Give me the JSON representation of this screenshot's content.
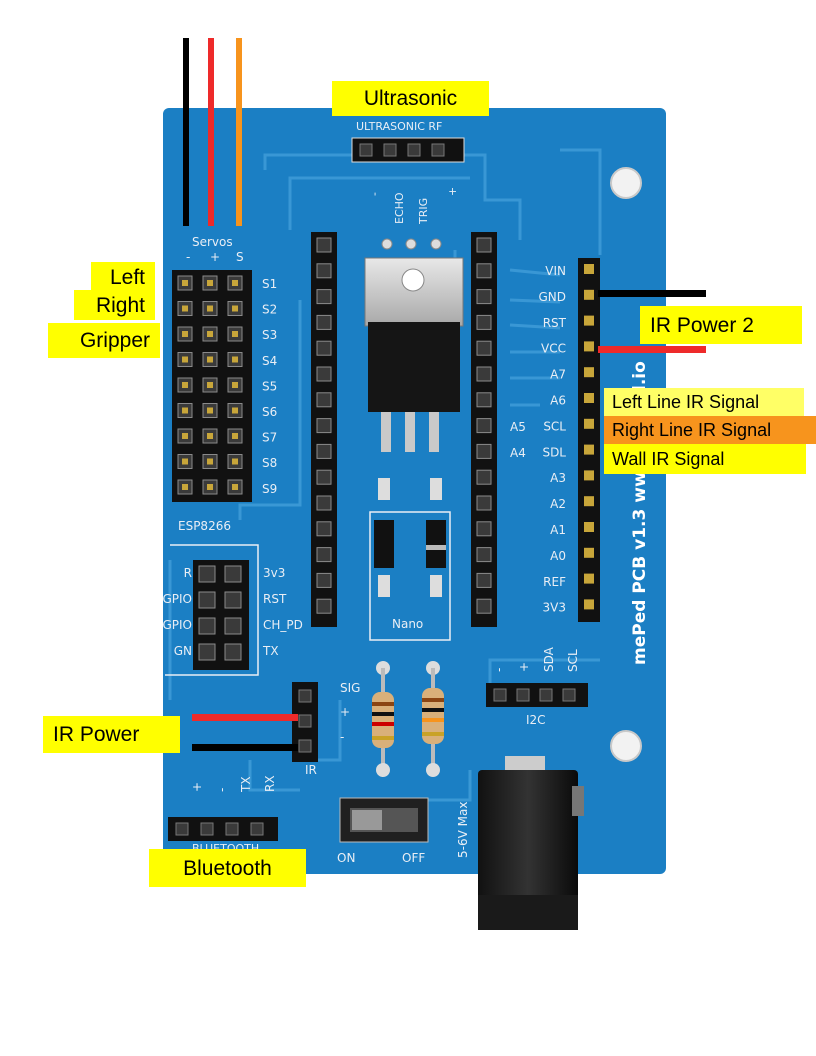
{
  "callouts": {
    "ultrasonic": "Ultrasonic",
    "left": "Left",
    "right": "Right",
    "gripper": "Gripper",
    "ir_power_2": "IR Power 2",
    "left_line_ir": "Left Line IR Signal",
    "right_line_ir": "Right Line IR Signal",
    "wall_ir": "Wall IR Signal",
    "ir_power": "IR Power",
    "bluetooth": "Bluetooth"
  },
  "silkscreen": {
    "ultrasonic_rf": "ULTRASONIC RF",
    "ultra_pins": [
      "-",
      "ECHO",
      "TRIG",
      "+"
    ],
    "servos": "Servos",
    "servo_pol": [
      "-",
      "+",
      "S"
    ],
    "servo_labels": [
      "S1",
      "S2",
      "S3",
      "S4",
      "S5",
      "S6",
      "S7",
      "S8",
      "S9"
    ],
    "esp_title": "ESP8266",
    "esp_left": [
      "R",
      "GPIO",
      "GPIO",
      "GN"
    ],
    "esp_right": [
      "3v3",
      "RST",
      "CH_PD",
      "TX"
    ],
    "nano_right": [
      "VIN",
      "GND",
      "RST",
      "VCC",
      "A7",
      "A6",
      "SCL",
      "SDL",
      "A3",
      "A2",
      "A1",
      "A0",
      "REF",
      "3V3"
    ],
    "nano_a5": "A5",
    "nano_a4": "A4",
    "nano": "Nano",
    "board_name": "mePed PCB v1.3 www.meped.io",
    "ir_pins": [
      "SIG",
      "+",
      "-"
    ],
    "ir": "IR",
    "i2c_pins": [
      "-",
      "+",
      "SDA",
      "SCL"
    ],
    "i2c": "I2C",
    "bt_pins": [
      "+",
      "-",
      "TX",
      "RX"
    ],
    "bluetooth": "BLUETOOTH",
    "on": "ON",
    "off": "OFF",
    "voltage": "5-6V Max"
  },
  "colors": {
    "pcb": "#1b7fc4",
    "pcb_trace": "#3d9ad6",
    "callout": "#ffff00",
    "callout_orange": "#f7941d",
    "wire_black": "#000000",
    "wire_red": "#ee2a2a",
    "wire_orange": "#f7941d"
  }
}
